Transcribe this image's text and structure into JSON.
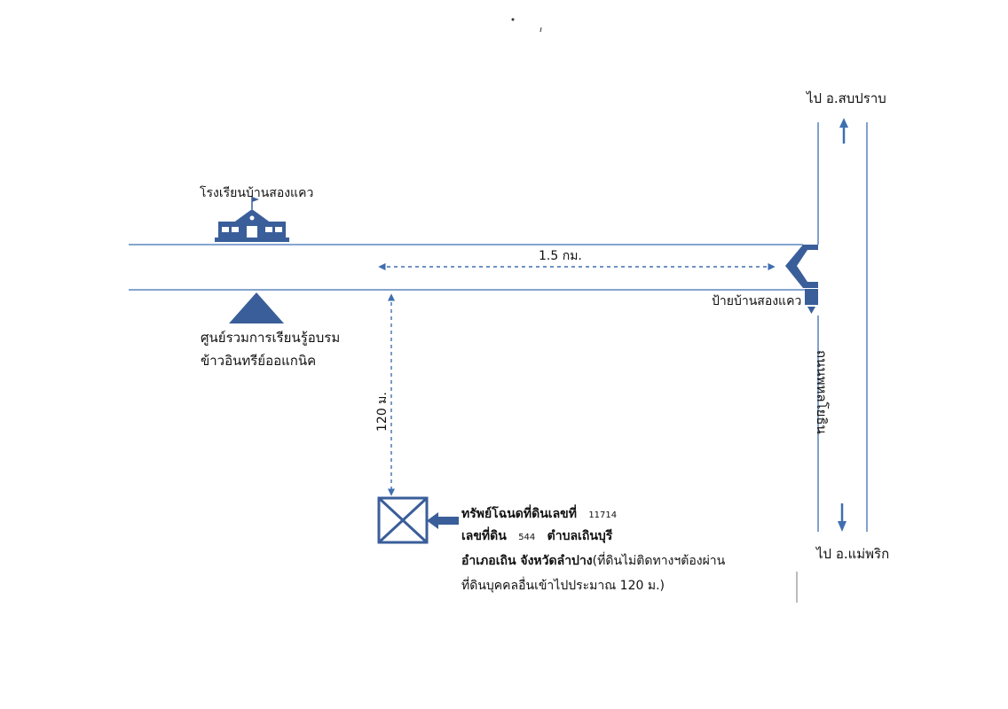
{
  "colors": {
    "road": "#3f6fb0",
    "symbol": "#3a5e99",
    "text": "#111111"
  },
  "labels": {
    "to_sop_prap": "ไป อ.สบปราบ",
    "to_mae_phrik": "ไป อ.แม่พริก",
    "school": "โรงเรียนบ้านสองแคว",
    "learning_center_1": "ศูนย์รวมการเรียนรู้อบรม",
    "learning_center_2": "ข้าวอินทรีย์ออแกนิค",
    "distance_km": "1.5 กม.",
    "bus_stop": "ป้ายบ้านสองแคว",
    "highway": "ถนนพหลโยธิน",
    "distance_m": "120 ม."
  },
  "property": {
    "deed_label": "ทรัพย์โฉนดที่ดินเลขที่",
    "deed_no": "11714",
    "land_label": "เลขที่ดิน",
    "land_no": "544",
    "subdistrict": "ตำบลเถินบุรี",
    "line3_bold": "อำเภอเถิน  จังหวัดลำปาง",
    "line3_note": "(ที่ดินไม่ติดทางฯต้องผ่าน",
    "line4": "ที่ดินบุคคลอื่นเข้าไปประมาณ 120  ม.)"
  },
  "icons": [
    "school-icon",
    "triangle-marker-icon",
    "bus-stop-icon",
    "property-box-icon",
    "arrow-up-icon",
    "arrow-down-icon",
    "arrow-left-icon"
  ]
}
